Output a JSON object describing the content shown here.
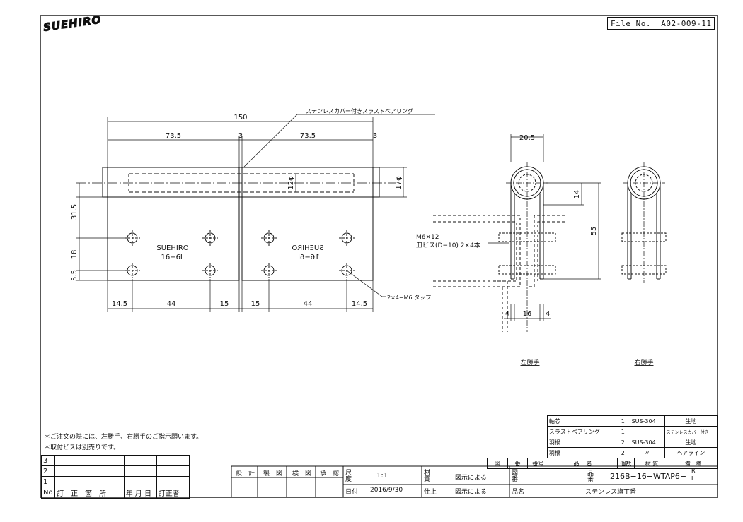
{
  "logo": {
    "text": "SUEHIRO"
  },
  "file_no": {
    "label": "File_No.",
    "value": "A02-009-11"
  },
  "callouts": {
    "bearing": "ステンレスカバー付きスラストベアリング",
    "tap": "2×4−M6 タップ",
    "screw_line1": "M6×12",
    "screw_line2": "皿ビス(D−10) 2×4本"
  },
  "dims": {
    "overall": "150",
    "left_half": "73.5",
    "gap1": "3",
    "right_half": "73.5",
    "gap2": "3",
    "pin_dia": "12φ",
    "knuckle_dia": "17φ",
    "v1": "31.5",
    "v2": "18",
    "v3": "5.5",
    "b1": "14.5",
    "b2": "44",
    "b3": "15",
    "b4": "15",
    "b5": "44",
    "b6": "14.5",
    "side_top": "20.5",
    "side_14": "14",
    "side_55": "55",
    "side_4a": "4",
    "side_16": "16",
    "side_4b": "4"
  },
  "leaf_left": {
    "line1": "SUEHIRO",
    "line2": "16−6L"
  },
  "leaf_right": {
    "line1": "SUEHIRO",
    "line2": "16−6L"
  },
  "views": {
    "left_hand": "左勝手",
    "right_hand": "右勝手"
  },
  "notes": [
    "＊ご注文の際には、左勝手、右勝手のご指示願います。",
    "＊取付ビスは別売りです。"
  ],
  "parts": {
    "rows": [
      {
        "name": "軸芯",
        "qty": "1",
        "material": "SUS-304",
        "note": "生地"
      },
      {
        "name": "スラストベアリング",
        "qty": "1",
        "material": "−",
        "note": "ステンレスカバー付き"
      },
      {
        "name": "羽根",
        "qty": "2",
        "material": "SUS-304",
        "note": "生地"
      },
      {
        "name": "羽根",
        "qty": "2",
        "material": "〃",
        "note": "ヘアライン"
      }
    ],
    "header": {
      "drawing": "図",
      "no": "番",
      "code": "番号",
      "name": "品",
      "name2": "名",
      "qty": "個数",
      "material": "材",
      "material2": "質",
      "note": "備",
      "note2": "考"
    }
  },
  "revisions": {
    "rows": [
      "3",
      "2",
      "1"
    ],
    "header": [
      "No",
      "訂　正　箇　所",
      "年 月 日",
      "訂正者"
    ]
  },
  "title_block": {
    "roles": [
      "設　計",
      "製　図",
      "検　図",
      "承　認"
    ],
    "scale_label": "尺度",
    "scale": "1:1",
    "date_label": "日付",
    "date": "2016/9/30",
    "material_label": "材質",
    "material_value": "図示による",
    "finish_label": "仕上",
    "finish_value": "図示による",
    "drawing_no_label": "図番",
    "part_no_label": "品番",
    "part_no": "216B−16−WTAP6−",
    "part_no_suffix_r": "R",
    "part_no_suffix_l": "L",
    "name_label": "品名",
    "name": "ステンレス旗丁番"
  }
}
